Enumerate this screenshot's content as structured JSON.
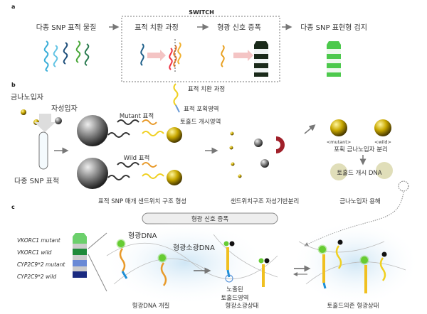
{
  "panel_a": {
    "label": "a",
    "switch_label": "SWITCH",
    "step1": "다종 SNP 표적 물질",
    "step2": "표적 치환 과정",
    "step3": "형광 신호 증폭",
    "step4": "다종 SNP 표현형 검지"
  },
  "panel_b": {
    "label": "b",
    "gold_np": "금나노입자",
    "magnetic_np": "자성입자",
    "multi_target": "다종 SNP 표적",
    "mutant_target": "Mutant 표적",
    "wild_target": "Wild 표적",
    "displacement_title": "표적 치환 과정",
    "capture_region": "표적 포획영역",
    "toehold_region": "토홀드 개시영역",
    "sandwich_caption": "표적 SNP 매개 샌드위치 구조 형성",
    "magnetic_caption": "샌드위치구조 자성기반분리",
    "mutant_tag": "<mutant>",
    "wild_tag": "<wild>",
    "separation": "포획 금나노입자 분리",
    "toehold_dna": "토홀드 개시 DNA",
    "dissolve": "금나노입자 용해"
  },
  "panel_c": {
    "label": "c",
    "amplification": "형광 신호 증폭",
    "legend": [
      "VKORC1 mutant",
      "VKORC1 wild",
      "CYP2C9*2 mutant",
      "CYP2C9*2 wild"
    ],
    "fluor_dna": "형광DNA",
    "quench_dna": "형광소광DNA",
    "exposed": "노출된",
    "toehold_area": "토홀드영역",
    "cap1": "형광DNA 개질",
    "cap2": "형광소광상태",
    "cap3": "토홀드의존 형광상태"
  },
  "colors": {
    "gold": "#c9a800",
    "green": "#4cc94c",
    "orange": "#e89a2a",
    "blue": "#1e8fd6",
    "magnet": "#a0202a"
  }
}
